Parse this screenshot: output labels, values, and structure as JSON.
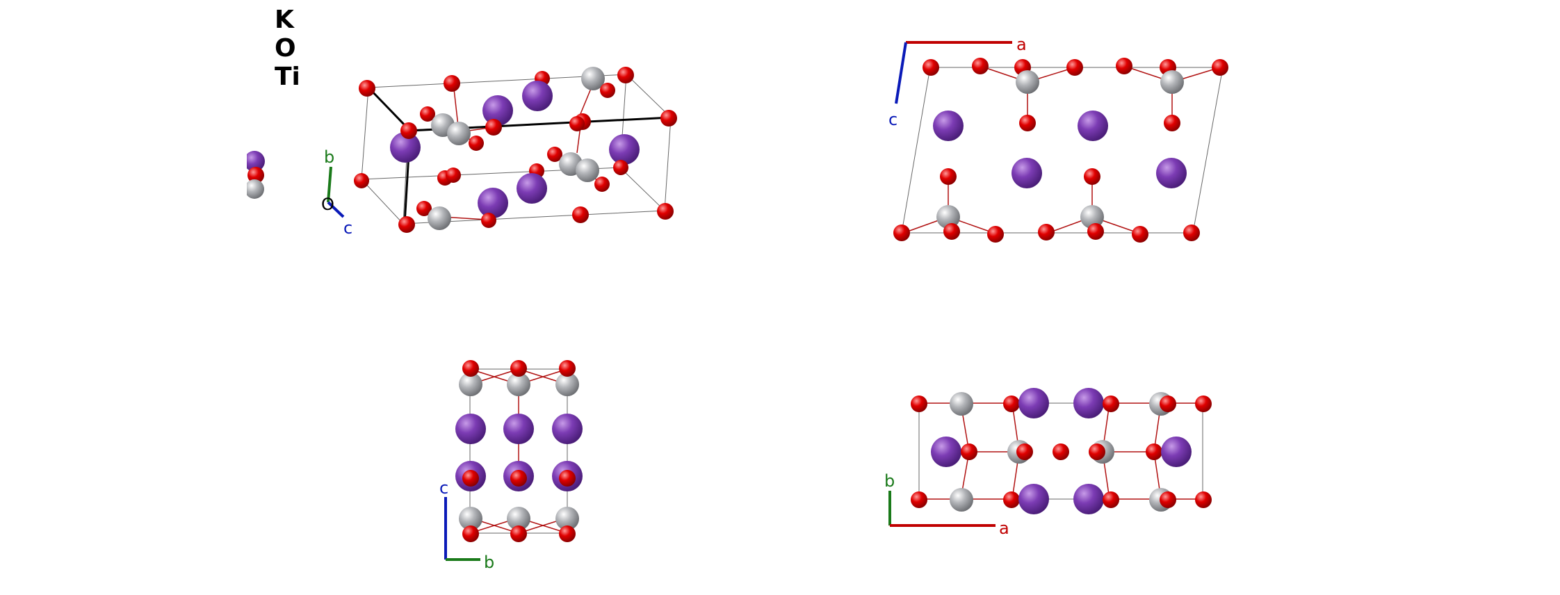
{
  "legend": {
    "items": [
      "K",
      "O",
      "Ti"
    ]
  },
  "colors": {
    "K": "#7b3bb3",
    "O": "#e00000",
    "Ti": "#a7a9ad",
    "axis_a": "#c00000",
    "axis_b": "#1a7a1a",
    "axis_c": "#0a1ab8",
    "cell": "#555555",
    "bond": "#b01010"
  },
  "views": {
    "perspective": {
      "axes": {
        "b": "b",
        "c": "c",
        "o": "O"
      }
    },
    "ac_projection": {
      "axes": {
        "a": "a",
        "c": "c"
      }
    },
    "bc_projection": {
      "axes": {
        "b": "b",
        "c": "c"
      }
    },
    "ab_projection": {
      "axes": {
        "a": "a",
        "b": "b"
      }
    }
  }
}
